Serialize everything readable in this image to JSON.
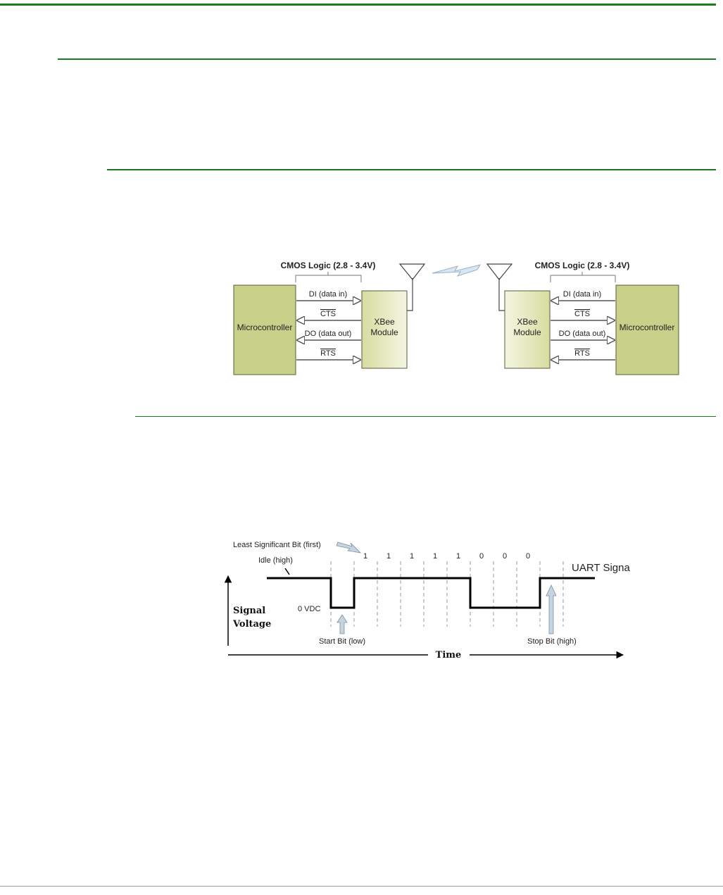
{
  "colors": {
    "rule": "#1c7a1f",
    "micro_fill": "#c8d08a",
    "xbee_fill": "#dfe3b4",
    "box_stroke": "#5a5a3a",
    "arrow": "#555555"
  },
  "figure1": {
    "left_logic_label": "CMOS Logic (2.8 - 3.4V)",
    "right_logic_label": "CMOS Logic (2.8 - 3.4V)",
    "left_micro": "Microcontroller",
    "right_micro": "Microcontroller",
    "left_xbee": [
      "XBee",
      "Module"
    ],
    "right_xbee": [
      "XBee",
      "Module"
    ],
    "signals": [
      "DI (data in)",
      "CTS",
      "DO (data out)",
      "RTS"
    ]
  },
  "figure2": {
    "lsb_label": "Least Significant Bit (first)",
    "idle_label": "Idle (high)",
    "zero_vdc_label": "0 VDC",
    "signal_label": [
      "Signal",
      "Voltage"
    ],
    "start_bit_label": "Start Bit (low)",
    "stop_bit_label": "Stop Bit (high)",
    "time_label": "Time",
    "uart_label": "UART Signal",
    "bits": [
      "1",
      "1",
      "1",
      "1",
      "1",
      "0",
      "0",
      "0"
    ]
  }
}
